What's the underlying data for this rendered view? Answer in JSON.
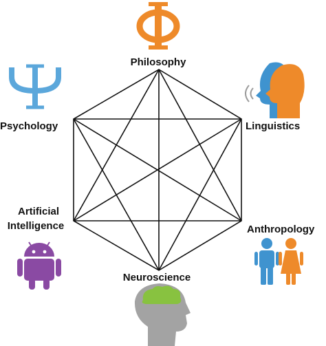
{
  "diagram": {
    "nodes": [
      {
        "id": "philosophy",
        "label": "Philosophy",
        "icon": "phi-icon"
      },
      {
        "id": "linguistics",
        "label": "Linguistics",
        "icon": "speaking-heads-icon"
      },
      {
        "id": "anthropology",
        "label": "Anthropology",
        "icon": "man-woman-icon"
      },
      {
        "id": "neuroscience",
        "label": "Neuroscience",
        "icon": "brain-head-icon"
      },
      {
        "id": "ai",
        "label_lines": [
          "Artificial",
          "Intelligence"
        ],
        "icon": "android-robot-icon"
      },
      {
        "id": "psychology",
        "label": "Psychology",
        "icon": "psi-icon"
      }
    ],
    "colors": {
      "orange": "#ee8a2a",
      "blue": "#3f93cf",
      "light_blue": "#5ba7db",
      "purple": "#8a4aa3",
      "gray": "#a3a3a3",
      "green": "#88c240",
      "edge": "#111111"
    }
  }
}
